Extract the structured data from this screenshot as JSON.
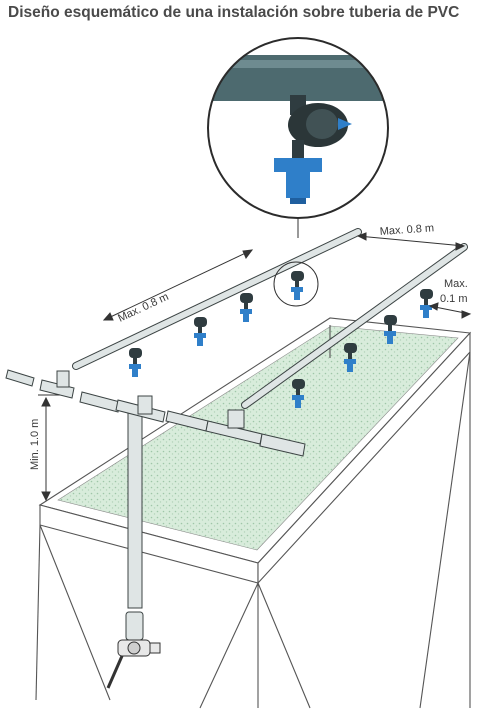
{
  "title": "Diseño esquemático de una instalación sobre tuberia de PVC",
  "labels": {
    "spacing_between_laterals": "Max. 0.8 m",
    "spacing_between_sprinklers": "Max. 0.8 m",
    "edge_distance_line1": "Max.",
    "edge_distance_line2": "0.1 m",
    "height_above_bench": "Min. 1.0 m"
  },
  "colors": {
    "pipe": "#dfe5e5",
    "pipe_stroke": "#3c4444",
    "sprinkler_body": "#2f3c40",
    "nozzle_blue": "#2f7fc9",
    "bench_media": "#d4ead7",
    "detail_pipe": "#4d6a6f"
  },
  "icons": [
    "magnifier-detail-icon",
    "sprinkler-icon",
    "valve-icon"
  ]
}
